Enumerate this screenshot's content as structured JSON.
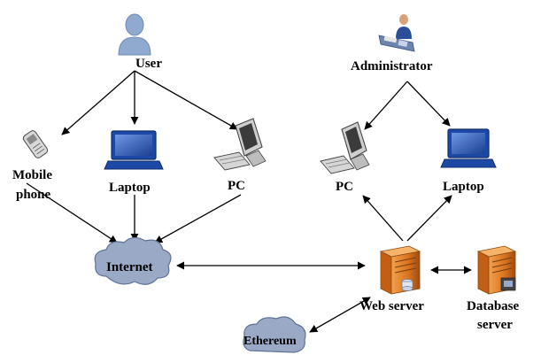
{
  "nodes": {
    "user": {
      "label": "User"
    },
    "administrator": {
      "label": "Administrator"
    },
    "mobile_phone": {
      "label_line1": "Mobile",
      "label_line2": "phone"
    },
    "laptop_left": {
      "label": "Laptop"
    },
    "pc_left": {
      "label": "PC"
    },
    "pc_right": {
      "label": "PC"
    },
    "laptop_right": {
      "label": "Laptop"
    },
    "internet": {
      "label": "Internet"
    },
    "web_server": {
      "label": "Web server"
    },
    "database_server": {
      "label_line1": "Database",
      "label_line2": "server"
    },
    "ethereum": {
      "label": "Ethereum"
    }
  },
  "colors": {
    "cloud_fill": "#9aa9c6",
    "cloud_stroke": "#5f7297",
    "laptop_blue": "#1d49a6",
    "server_orange": "#d9731f",
    "person_blue": "#8fa9cf",
    "line": "#000000"
  }
}
